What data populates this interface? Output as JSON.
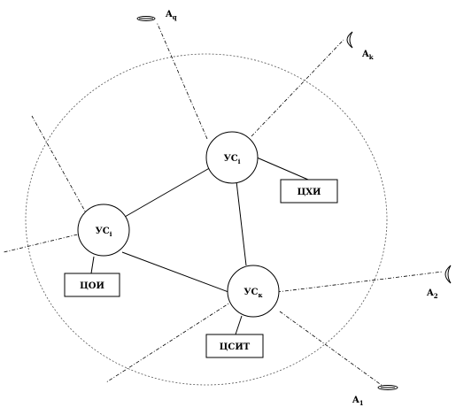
{
  "nodes": {
    "center": {
      "main": "УС",
      "sub": "i"
    },
    "left": {
      "main": "УС",
      "sub": "i"
    },
    "right": {
      "main": "УС",
      "sub": "к"
    }
  },
  "boxes": {
    "cxi": "ЦХИ",
    "coi": "ЦОИ",
    "csit": "ЦСИТ"
  },
  "terminals": {
    "aq": {
      "main": "A",
      "sub": "q"
    },
    "ak": {
      "main": "A",
      "sub": "k"
    },
    "a2": {
      "main": "A",
      "sub": "2"
    },
    "a1": {
      "main": "A",
      "sub": "1"
    }
  }
}
